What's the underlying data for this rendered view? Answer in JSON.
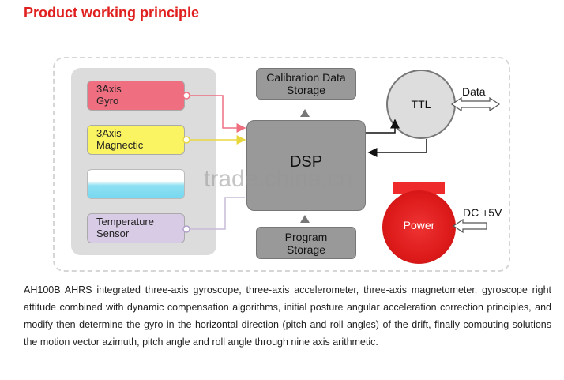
{
  "title": "Product working principle",
  "sensors": {
    "gyro": "3Axis\nGyro",
    "magnetic": "3Axis\nMagnectic",
    "accel": "",
    "temperature": "Temperature\nSensor"
  },
  "blocks": {
    "calibration": "Calibration Data\nStorage",
    "dsp": "DSP",
    "program": "Program\nStorage",
    "ttl": "TTL",
    "power": "Power"
  },
  "labels": {
    "data": "Data",
    "dc": "DC +5V"
  },
  "watermark": "trade.china.cn",
  "description": "AH100B AHRS integrated three-axis gyroscope, three-axis accelerometer, three-axis magnetometer, gyroscope right attitude combined with dynamic compensation algorithms, initial posture angular acceleration correction principles, and modify then determine the gyro in the horizontal direction (pitch and roll angles) of the drift, finally computing solutions the motion vector azimuth, pitch angle and roll angle through nine axis arithmetic.",
  "colors": {
    "title": "#e0201f",
    "gyro": "#ef6f80",
    "magnetic": "#fbf462",
    "accel": "#77d8f0",
    "temperature": "#d8cbe6",
    "power": "#dd1a1a",
    "block": "#999999"
  }
}
